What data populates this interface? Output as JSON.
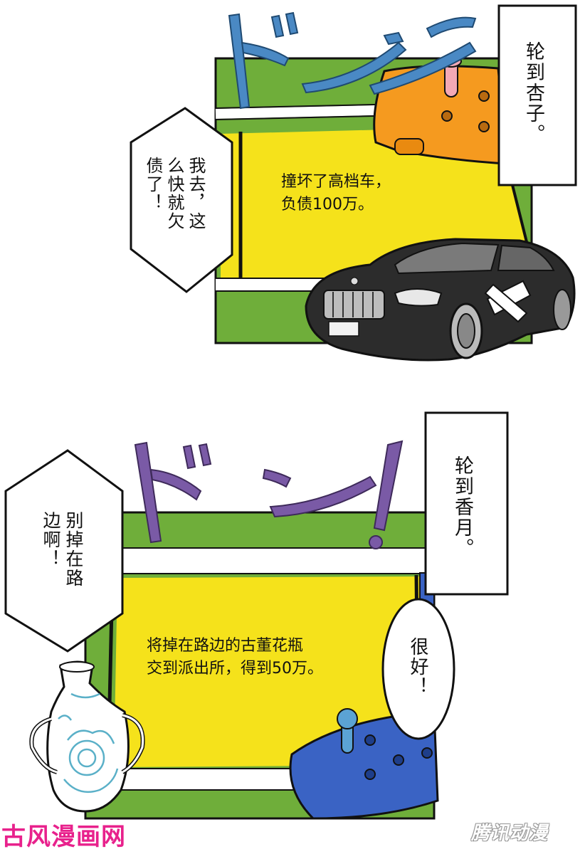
{
  "panel1": {
    "caption": "轮到杏子。",
    "speech": "我去，这么快就欠债了！",
    "board_text": "撞坏了高档车，\n负债100万。"
  },
  "panel2": {
    "caption": "轮到香月。",
    "speech": "别掉在路边啊！",
    "board_text": "将掉在路边的古董花瓶\n交到派出所，得到50万。",
    "reply": "很好！"
  },
  "watermarks": {
    "left": "古风漫画网",
    "right": "腾讯动漫"
  },
  "colors": {
    "board_green": "#6fae3a",
    "board_yellow": "#f5e21b",
    "piece_orange": "#f59a1f",
    "piece_blue": "#3a63c4",
    "sfx_blue": "#4a89c4",
    "sfx_purple": "#7a5aa6",
    "car_black": "#2c2c2c"
  }
}
